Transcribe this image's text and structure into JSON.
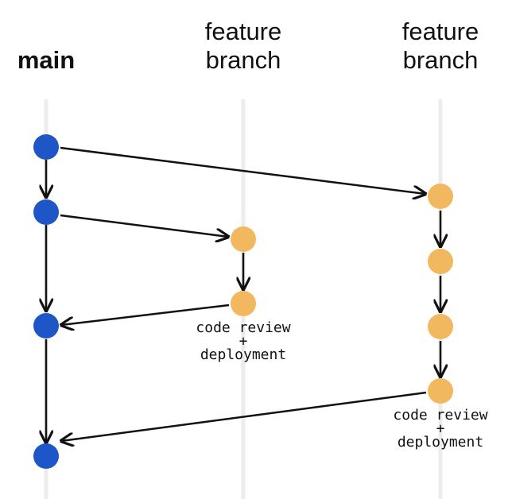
{
  "columns": [
    {
      "id": "main",
      "title": "main"
    },
    {
      "id": "feature-a",
      "title_line1": "feature",
      "title_line2": "branch"
    },
    {
      "id": "feature-b",
      "title_line1": "feature",
      "title_line2": "branch"
    }
  ],
  "annotations": {
    "feature_a": {
      "line1": "code review",
      "line2": "+",
      "line3": "deployment"
    },
    "feature_b": {
      "line1": "code review",
      "line2": "+",
      "line3": "deployment"
    }
  },
  "colors": {
    "main_commit": "#1e56c8",
    "feature_commit": "#f2b860",
    "lane": "#ececec",
    "arrow": "#111111"
  }
}
